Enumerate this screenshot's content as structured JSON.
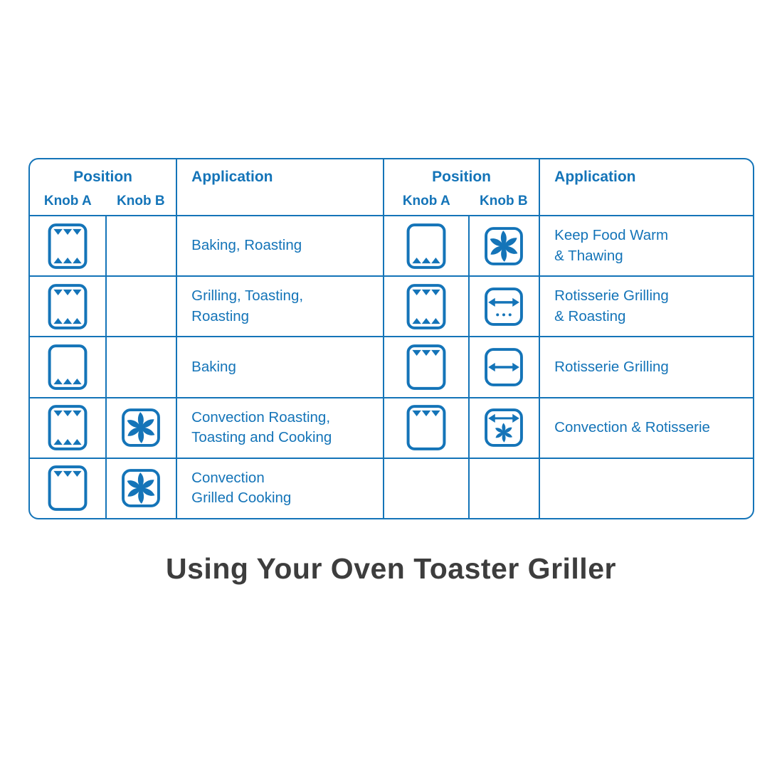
{
  "title": "Using Your Oven Toaster Griller",
  "colors": {
    "accent": "#1474b8",
    "title_text": "#3d3d3d"
  },
  "header": {
    "position": "Position",
    "knob_a": "Knob A",
    "knob_b": "Knob B",
    "application": "Application"
  },
  "rows": [
    {
      "l_a": "oven-top-bottom",
      "l_b": "",
      "l_app": "Baking, Roasting",
      "r_a": "oven-bottom",
      "r_b": "fan",
      "r_app": "Keep Food Warm\n& Thawing"
    },
    {
      "l_a": "oven-top-bottom",
      "l_b": "",
      "l_app": "Grilling, Toasting,\nRoasting",
      "r_a": "oven-top-bottom",
      "r_b": "rotisserie-dots",
      "r_app": "Rotisserie Grilling\n& Roasting"
    },
    {
      "l_a": "oven-bottom",
      "l_b": "",
      "l_app": "Baking",
      "r_a": "oven-top",
      "r_b": "rotisserie",
      "r_app": "Rotisserie Grilling"
    },
    {
      "l_a": "oven-top-bottom",
      "l_b": "fan",
      "l_app": "Convection Roasting,\nToasting and Cooking",
      "r_a": "oven-top",
      "r_b": "fan-rotisserie",
      "r_app": "Convection & Rotisserie"
    },
    {
      "l_a": "oven-top",
      "l_b": "fan",
      "l_app": "Convection\nGrilled Cooking",
      "r_a": "",
      "r_b": "",
      "r_app": ""
    }
  ]
}
